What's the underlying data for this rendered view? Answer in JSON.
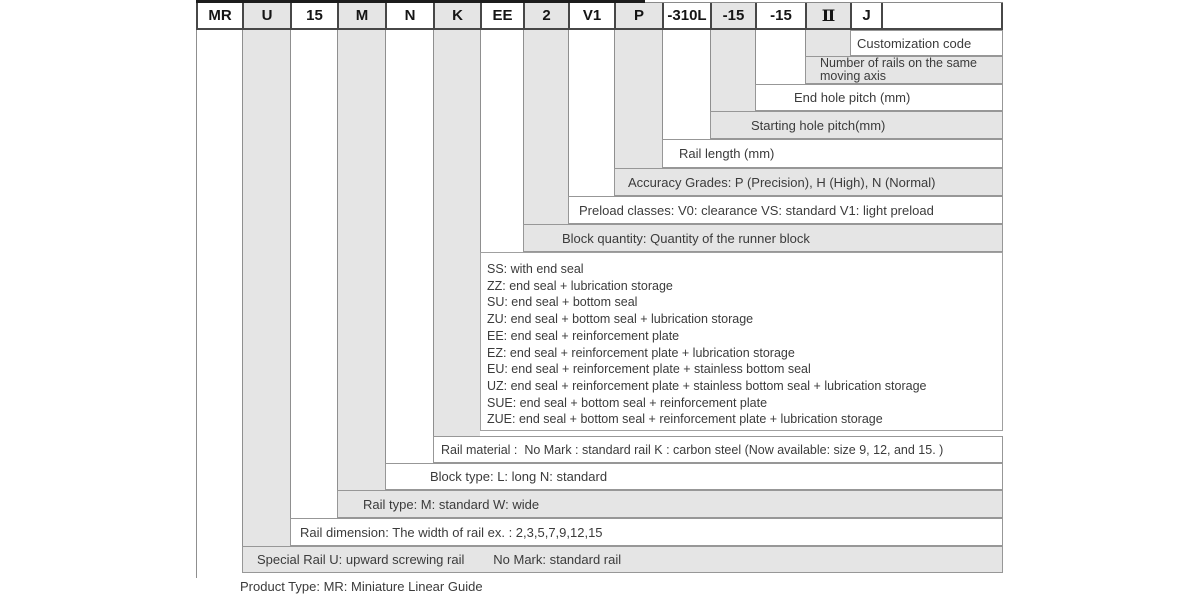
{
  "colors": {
    "shaded_fill": "#e5e5e5",
    "grid_line": "#8f8f8f",
    "header_line": "#474747",
    "text": "#3b3b3b"
  },
  "code_row": {
    "cells": [
      "MR",
      "U",
      "15",
      "M",
      "N",
      "K",
      "EE",
      "2",
      "V1",
      "P",
      "-310L",
      "-15",
      "-15",
      "Ⅱ",
      "J",
      ""
    ]
  },
  "bands": {
    "customization": "Customization code",
    "rails_count": "Number of rails on the same moving axis",
    "end_hole_pitch": "End hole pitch (mm)",
    "starting_hole_pitch": "Starting hole pitch(mm)",
    "rail_length": "Rail length (mm)",
    "accuracy": "Accuracy Grades: P (Precision), H (High), N (Normal)",
    "preload": "Preload classes: V0: clearance VS: standard V1: light preload",
    "block_quantity": "Block quantity: Quantity of the runner block",
    "seal_codes": [
      "SS: with end seal",
      "ZZ: end seal + lubrication storage",
      "SU: end seal + bottom seal",
      "ZU: end seal + bottom seal + lubrication storage",
      "EE: end seal + reinforcement plate",
      "EZ: end seal + reinforcement plate + lubrication storage",
      "EU: end seal + reinforcement plate + stainless bottom seal",
      "UZ: end seal + reinforcement plate + stainless bottom seal + lubrication storage",
      "SUE: end seal + bottom seal + reinforcement plate",
      "ZUE: end seal + bottom seal + reinforcement plate + lubrication storage"
    ],
    "rail_material": "Rail material :  No Mark : standard rail K : carbon steel (Now available: size 9, 12, and 15. )",
    "block_type": "Block type: L: long N: standard",
    "rail_type": "Rail type: M: standard W: wide",
    "rail_dimension": "Rail dimension: The width of rail ex. : 2,3,5,7,9,12,15",
    "special_rail": "Special Rail U: upward screwing rail        No Mark: standard rail",
    "product_type": "Product Type: MR: Miniature Linear Guide"
  }
}
